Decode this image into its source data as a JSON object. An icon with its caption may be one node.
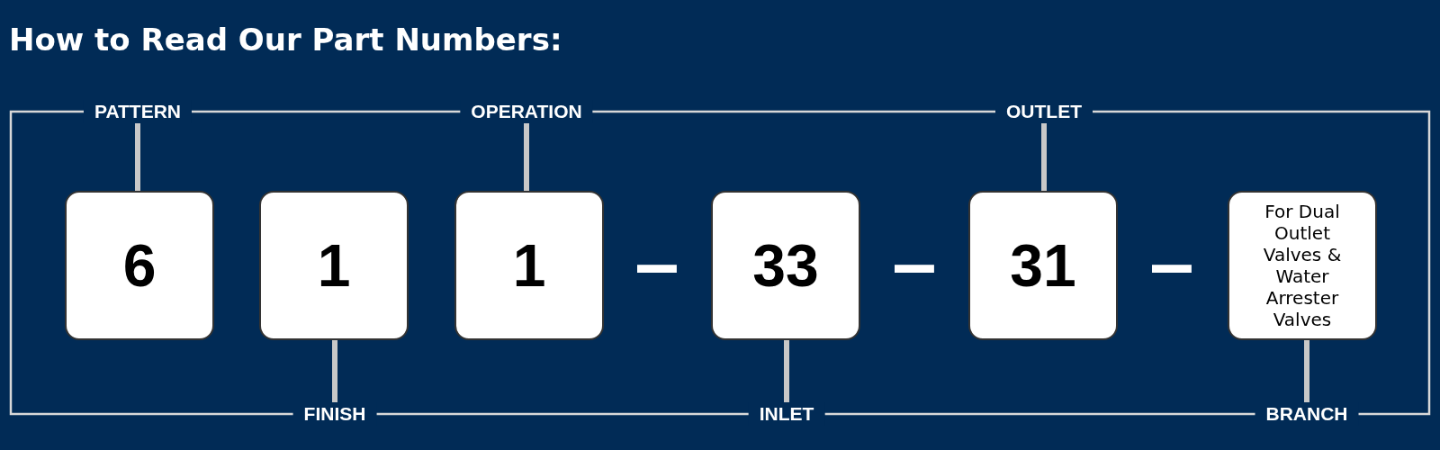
{
  "diagram": {
    "title": "How to Read Our Part Numbers:",
    "nodes": [
      {
        "text": [
          "PATTERN"
        ]
      },
      {
        "text": [
          "OPERATION"
        ]
      },
      {
        "text": [
          "OUTLET"
        ]
      },
      {
        "text": [
          "6"
        ]
      },
      {
        "text": [
          "1"
        ]
      },
      {
        "text": [
          "1"
        ]
      },
      {
        "text": [
          "33"
        ]
      },
      {
        "text": [
          "31"
        ]
      },
      {
        "text": [
          "For Dual Outlet Valves & Water Arrester Valves"
        ]
      },
      {
        "text": [
          "FINISH"
        ]
      },
      {
        "text": [
          "INLET"
        ]
      },
      {
        "text": [
          "BRANCH"
        ]
      }
    ],
    "edges": [
      {
        "from": 0,
        "to": 3,
        "arrow": "none"
      },
      {
        "from": 1,
        "to": 5,
        "arrow": "none"
      },
      {
        "from": 2,
        "to": 7,
        "arrow": "none"
      },
      {
        "from": 9,
        "to": 4,
        "arrow": "none"
      },
      {
        "from": 10,
        "to": 6,
        "arrow": "none"
      },
      {
        "from": 11,
        "to": 8,
        "arrow": "none"
      }
    ],
    "labels": [
      "-",
      "-",
      "-"
    ]
  }
}
